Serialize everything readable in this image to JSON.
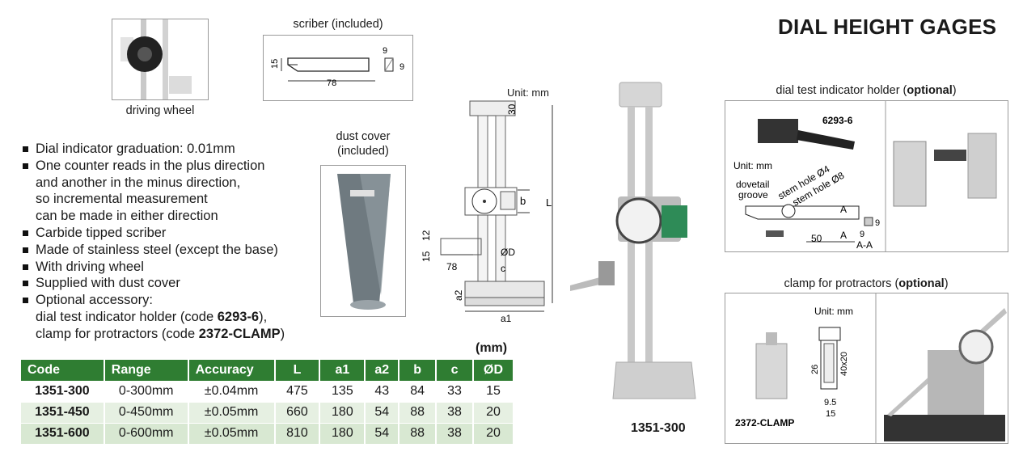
{
  "page_title": "DIAL HEIGHT GAGES",
  "captions": {
    "driving_wheel": "driving wheel",
    "scriber": "scriber (included)",
    "dust_cover_line1": "dust cover",
    "dust_cover_line2": "(included)",
    "unit_mm": "Unit: mm",
    "main_model": "1351-300"
  },
  "scriber_dims": {
    "h": "15",
    "len": "78",
    "w1": "9",
    "w2": "9"
  },
  "main_drawing_dims": {
    "d30": "30",
    "b": "b",
    "L": "L",
    "d12": "12",
    "d15": "15",
    "d78": "78",
    "OD": "ØD",
    "c": "c",
    "a2": "a2",
    "a1": "a1"
  },
  "features": [
    "Dial indicator graduation: 0.01mm",
    "One counter reads in the plus direction",
    "Carbide tipped scriber",
    "Made of stainless steel (except the base)",
    "With driving wheel",
    "Supplied with dust cover",
    "Optional accessory:"
  ],
  "feature_continuations": {
    "counter": [
      "and another in the minus direction,",
      "so incremental measurement",
      "can be made in either direction"
    ],
    "accessory1_pre": "dial test indicator holder (code ",
    "accessory1_code": "6293-6",
    "accessory1_post": "),",
    "accessory2_pre": "clamp for protractors (code ",
    "accessory2_code": "2372-CLAMP",
    "accessory2_post": ")"
  },
  "table": {
    "unit_label": "(mm)",
    "headers": [
      "Code",
      "Range",
      "Accuracy",
      "L",
      "a1",
      "a2",
      "b",
      "c",
      "ØD"
    ],
    "rows": [
      [
        "1351-300",
        "0-300mm",
        "±0.04mm",
        "475",
        "135",
        "43",
        "84",
        "33",
        "15"
      ],
      [
        "1351-450",
        "0-450mm",
        "±0.05mm",
        "660",
        "180",
        "54",
        "88",
        "38",
        "20"
      ],
      [
        "1351-600",
        "0-600mm",
        "±0.05mm",
        "810",
        "180",
        "54",
        "88",
        "38",
        "20"
      ]
    ]
  },
  "dti_holder": {
    "title_pre": "dial test indicator holder (",
    "title_bold": "optional",
    "title_post": ")",
    "code": "6293-6",
    "unit": "Unit: mm",
    "dovetail1": "dovetail",
    "dovetail2": "groove",
    "stem4": "stem hole Ø4",
    "stem8": "stem hole Ø8",
    "dim50": "50",
    "dim9a": "9",
    "dim9b": "9",
    "secA1": "A",
    "secA2": "A",
    "secAA": "A-A"
  },
  "clamp": {
    "title_pre": "clamp for protractors (",
    "title_bold": "optional",
    "title_post": ")",
    "unit": "Unit: mm",
    "d26": "26",
    "d40": "40x20",
    "d95": "9.5",
    "d15": "15",
    "code": "2372-CLAMP"
  }
}
